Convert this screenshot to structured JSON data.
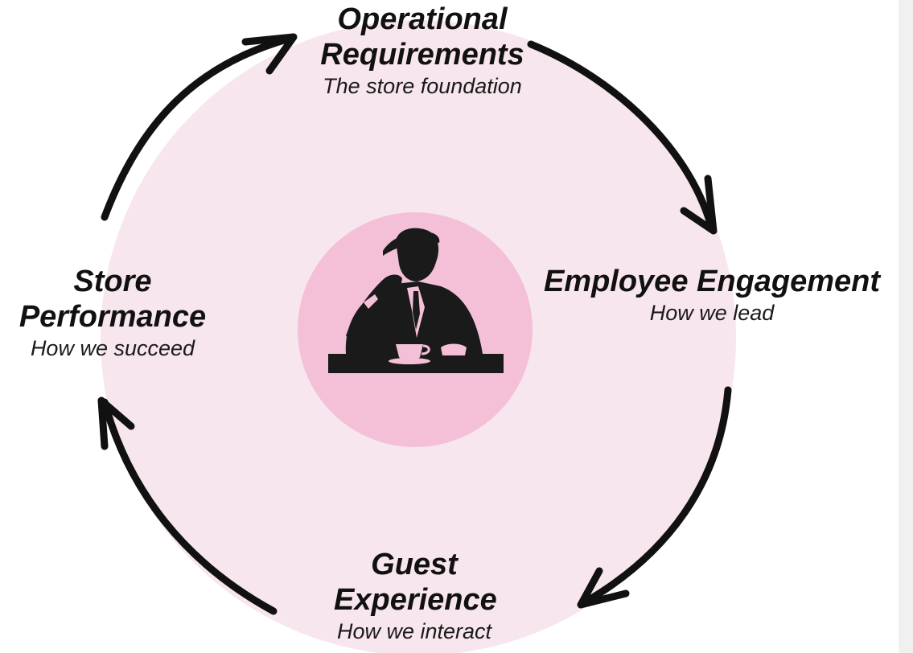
{
  "colors": {
    "outer_circle": "#f8e6ee",
    "center_circle": "#f4c0d7",
    "arrow": "#111111",
    "logo": "#1a1a1a",
    "right_strip": "#f0f0f0"
  },
  "center": {
    "icon": "seated-man-with-coffee-logo"
  },
  "stages": {
    "top": {
      "title": "Operational Requirements",
      "subtitle": "The store foundation"
    },
    "right": {
      "title": "Employee Engagement",
      "subtitle": "How we lead"
    },
    "bottom": {
      "title": "Guest Experience",
      "subtitle": "How we interact"
    },
    "left": {
      "title": "Store Performance",
      "subtitle": "How we succeed"
    }
  }
}
